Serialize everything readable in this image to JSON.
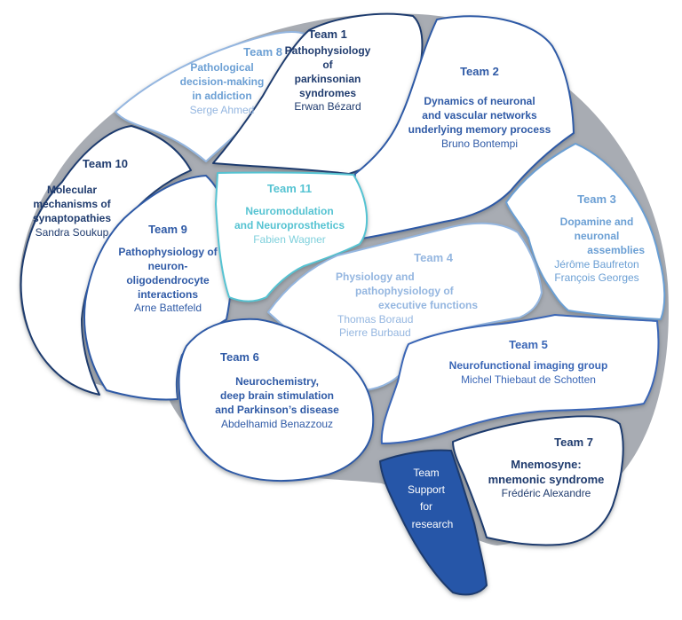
{
  "colors": {
    "dark_navy": "#1f3b6e",
    "royal_blue": "#2f5aa6",
    "medium_blue": "#3a66b6",
    "light_blue": "#6b9fd4",
    "pale_blue": "#94b6e0",
    "teal": "#55c3d2",
    "gap_gray": "#a5a9b0",
    "support_fill": "#2856a8"
  },
  "teams": [
    {
      "id": "team-1",
      "title": "Team 1",
      "topic": [
        "Pathophysiology",
        "of",
        "parkinsonian",
        "syndromes"
      ],
      "lead": "Erwan Bézard"
    },
    {
      "id": "team-2",
      "title": "Team 2",
      "topic": [
        "Dynamics of neuronal",
        "and vascular networks",
        "underlying memory process"
      ],
      "lead": "Bruno Bontempi"
    },
    {
      "id": "team-3",
      "title": "Team 3",
      "topic": [
        "Dopamine and",
        "neuronal",
        "assemblies"
      ],
      "lead": [
        "Jérôme Baufreton",
        "François Georges"
      ]
    },
    {
      "id": "team-4",
      "title": "Team 4",
      "topic": [
        "Physiology and",
        "pathophysiology of",
        "executive functions"
      ],
      "lead": [
        "Thomas Boraud",
        "Pierre Burbaud"
      ]
    },
    {
      "id": "team-5",
      "title": "Team 5",
      "topic": [
        "Neurofunctional imaging group"
      ],
      "lead": "Michel Thiebaut de Schotten"
    },
    {
      "id": "team-6",
      "title": "Team 6",
      "topic": [
        "Neurochemistry,",
        "deep brain stimulation",
        "and Parkinson’s disease"
      ],
      "lead": "Abdelhamid Benazzouz"
    },
    {
      "id": "team-7",
      "title": "Team 7",
      "topic": [
        "Mnemosyne:",
        "mnemonic syndrome"
      ],
      "lead": "Frédéric Alexandre"
    },
    {
      "id": "team-8",
      "title": "Team 8",
      "topic": [
        "Pathological",
        "decision-making",
        "in addiction"
      ],
      "lead": "Serge Ahmed"
    },
    {
      "id": "team-9",
      "title": "Team 9",
      "topic": [
        "Pathophysiology of",
        "neuron-",
        "oligodendrocyte",
        "interactions"
      ],
      "lead": "Arne Battefeld"
    },
    {
      "id": "team-10",
      "title": "Team 10",
      "topic": [
        "Molecular",
        "mechanisms of",
        "synaptopathies"
      ],
      "lead": "Sandra Soukup"
    },
    {
      "id": "team-11",
      "title": "Team 11",
      "topic": [
        "Neuromodulation",
        "and Neuroprosthetics"
      ],
      "lead": "Fabien Wagner"
    }
  ],
  "support": {
    "lines": [
      "Team",
      "Support",
      "for",
      "research"
    ]
  }
}
